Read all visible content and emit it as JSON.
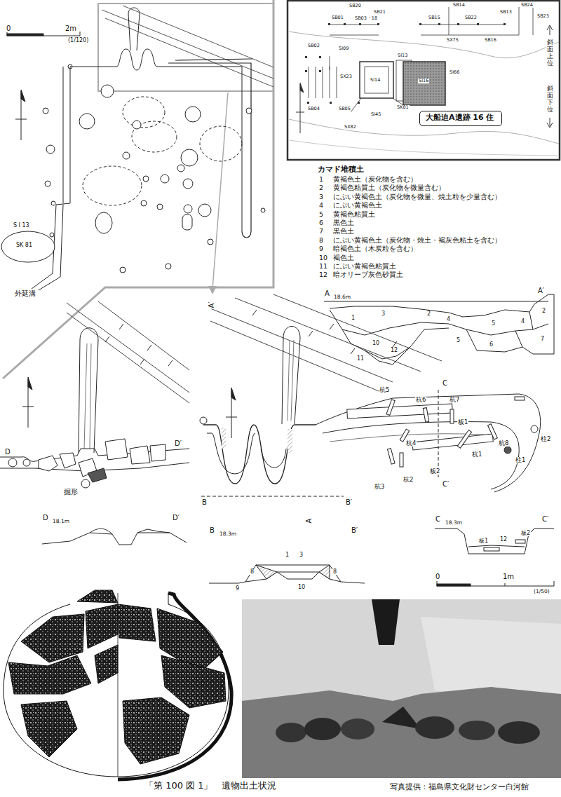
{
  "diagram": {
    "caption": "「第 100 図 1」　遺物出土状況",
    "nodes": [
      {
        "text": [
          "大船迫A遺跡 16 住"
        ]
      }
    ],
    "labels": [
      "0",
      "2m",
      "(1/120)",
      "S I 13",
      "SK 81",
      "外延溝",
      "SB20",
      "SB21",
      "SB03・18",
      "SB01",
      "SB14",
      "SB15",
      "SX75",
      "SB22",
      "SB16",
      "SB13",
      "SB24",
      "SB23",
      "SB02",
      "SI09",
      "SI13",
      "SI14",
      "SI16",
      "SI66",
      "SX23",
      "SK81",
      "SB04",
      "SB05",
      "SI45",
      "SX82",
      "斜面上位",
      "斜面下位",
      "カマド堆積土",
      "1",
      "黄褐色土（炭化物を含む）",
      "2",
      "黄褐色粘質土（炭化物を微量含む）",
      "3",
      "にぶい黄褐色土（炭化物を微量、焼土粒を少量含む）",
      "4",
      "にぶい黄褐色土",
      "5",
      "黄褐色粘質土",
      "6",
      "黒色土",
      "7",
      "黒色土",
      "8",
      "にぶい黄褐色土（炭化物・焼土・褐灰色粘土を含む）",
      "9",
      "暗褐色土（木炭粒を含む）",
      "10",
      "褐色土",
      "11",
      "にぶい黄褐色粘質土",
      "12",
      "暗オリーブ灰色砂質土",
      "A",
      "18.6m",
      "A′",
      "1",
      "3",
      "2",
      "4",
      "5",
      "4",
      "2",
      "7",
      "5",
      "6",
      "10",
      "11",
      "12",
      "D",
      "D′",
      "掘形",
      "A′",
      "A",
      "杭5",
      "杭6",
      "杭7",
      "板1",
      "杭8",
      "柱1",
      "柱2",
      "杭4",
      "杭1",
      "板2",
      "杭3",
      "杭2",
      "B",
      "B′",
      "C",
      "C′",
      "D",
      "18.1m",
      "D′",
      "B",
      "18.3m",
      "B′",
      "1",
      "3",
      "8",
      "8",
      "9",
      "10",
      "C",
      "18.3m",
      "C′",
      "板1",
      "12",
      "板2",
      "0",
      "1m",
      "(1/50)",
      "写真提供：福島県文化財センター白河館"
    ]
  }
}
